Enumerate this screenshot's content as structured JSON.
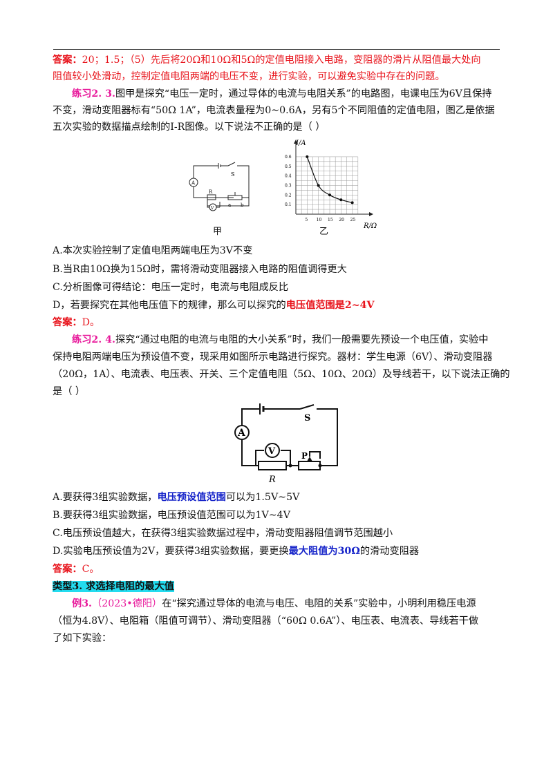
{
  "answer_top": {
    "label": "答案：",
    "line1_rest": "20；1.5；（5）先后将20Ω和10Ω和5Ω的定值电阻接入电路，变阻器的滑片从阻值最大处向",
    "line2": "阻值较小处滑动，控制定值电阻两端的电压不变，进行实验，可以避免实验中存在的问题。"
  },
  "q23": {
    "label": "练习2. 3.",
    "line1_rest": "图甲是探究“电压一定时，通过导体的电流与电阻关系”的电路图，电课电压为6V且保持",
    "line2": "不变，滑动变阻器标有“50Ω  1A”，电流表量程为0~0.6A，另有5个不同阻值的定值电阻，图乙是依据",
    "line3": "五次实验的数据描点绘制的I-R图像。以下说法不正确的是（      ）",
    "fig_jia_caption": "甲",
    "fig_yi_caption": "乙",
    "circuit_labels": {
      "s": "S",
      "a": "A",
      "r": "R",
      "v": "V",
      "pa": "a",
      "pb": "b"
    },
    "opt_a": "A.本次实验控制了定值电阻两端电压为3V不变",
    "opt_b": "B.当R由10Ω换为15Ω时，需将滑动变阻器接入电路的阻值调得更大",
    "opt_c": "C.分析图像可得结论：电压一定时，电流与电阻成反比",
    "opt_d_pre": "D，若要探究在其他电压值下的规律，那么可以探究的",
    "opt_d_hl": "电压值范围是2~4V",
    "answer_label": "答案：",
    "answer": "D。"
  },
  "chart_data": {
    "type": "line",
    "xlabel": "R/Ω",
    "ylabel": "I/A",
    "x_ticks": [
      "5",
      "10",
      "15",
      "20",
      "25"
    ],
    "y_ticks": [
      "0.1",
      "0.2",
      "0.3",
      "0.4",
      "0.5",
      "0.6"
    ],
    "xlim": [
      0,
      30
    ],
    "ylim": [
      0,
      0.65
    ],
    "grid": true,
    "x": [
      5,
      10,
      15,
      20,
      25
    ],
    "values": [
      0.6,
      0.3,
      0.2,
      0.15,
      0.12
    ]
  },
  "q24": {
    "label": "练习2. 4.",
    "line1_rest": "探究“通过电阻的电流与电阻的大小关系”时，我们一般需要先预设一个电压值，实验中",
    "line2": "保持电阻两端电压为预设值不变，现采用如图所示电路进行探究。器材：学生电源（6V）、滑动变阻器",
    "line3": "（20Ω，1A）、电流表、电压表、开关、三个定值电阻（5Ω、10Ω、20Ω）及导线若干，以下说法正确的",
    "line4": "是（      ）",
    "circuit_labels": {
      "s": "S",
      "a": "A",
      "v": "V",
      "p": "P",
      "r": "R"
    },
    "opt_a_pre": "A.要获得3组实验数据，",
    "opt_a_hl": "电压预设值范围",
    "opt_a_post": "可以为1.5V~5V",
    "opt_b": "B.要获得3组实验数据，电压预设值范围可以为1V~4V",
    "opt_c": "C.电压预设值越大，在获得3组实验数据过程中，滑动变阻器阻值调节范围越小",
    "opt_d_pre": "D.实验电压预设值为2V，要获得3组实验数据，要更换",
    "opt_d_hl": "最大阻值为30Ω",
    "opt_d_post": "的滑动变阻器",
    "answer_label": "答案：",
    "answer": "C。"
  },
  "type3": {
    "title": "类型3. 求选择电阻的最大值"
  },
  "ex3": {
    "label": "例3.",
    "source": "（2023•德阳）",
    "line1_rest": "在“探究通过导体的电流与电压、电阻的关系”实验中，小明利用稳压电源",
    "line2": "（恒为4.8V）、电阻箱（阻值可调节）、滑动变阻器（“60Ω  0.6A”）、电压表、电流表、导线若干做",
    "line3": "了如下实验："
  }
}
